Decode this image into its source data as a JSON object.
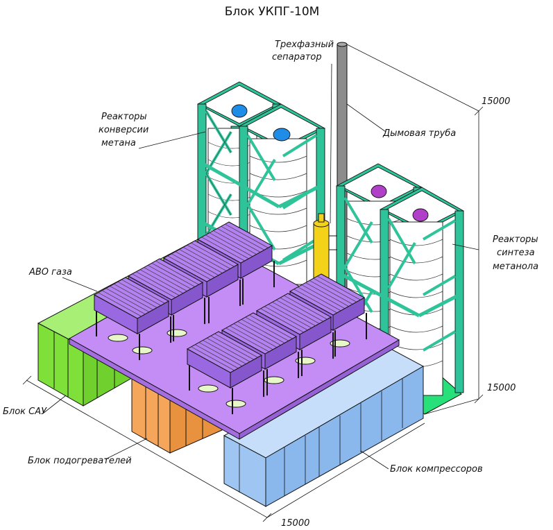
{
  "title": "Блок УКПГ-10М",
  "labels": {
    "separator_line1": "Трехфазный",
    "separator_line2": "сепаратор",
    "reactors_conv_line1": "Реакторы",
    "reactors_conv_line2": "конверсии",
    "reactors_conv_line3": "метана",
    "chimney": "Дымовая труба",
    "avo": "АВО газа",
    "reactors_synth_line1": "Реакторы",
    "reactors_synth_line2": "синтеза",
    "reactors_synth_line3": "метанола",
    "sau": "Блок САУ",
    "heaters": "Блок подогревателей",
    "compressors": "Блок компрессоров"
  },
  "dimensions": {
    "height": "15000",
    "depth": "15000",
    "width": "15000"
  },
  "colors": {
    "frame": "#2fc39a",
    "avo_platform": "#c48cf5",
    "avo_unit": "#b382f0",
    "sau_block": "#7fe03a",
    "heater_block": "#f5a65b",
    "compressor_block": "#9fc6f2",
    "separator": "#f5d21a",
    "chimney": "#8c8c8c",
    "conv_dome": "#1f8de8",
    "synth_dome": "#b040c8",
    "base_slab": "#27e07a"
  }
}
